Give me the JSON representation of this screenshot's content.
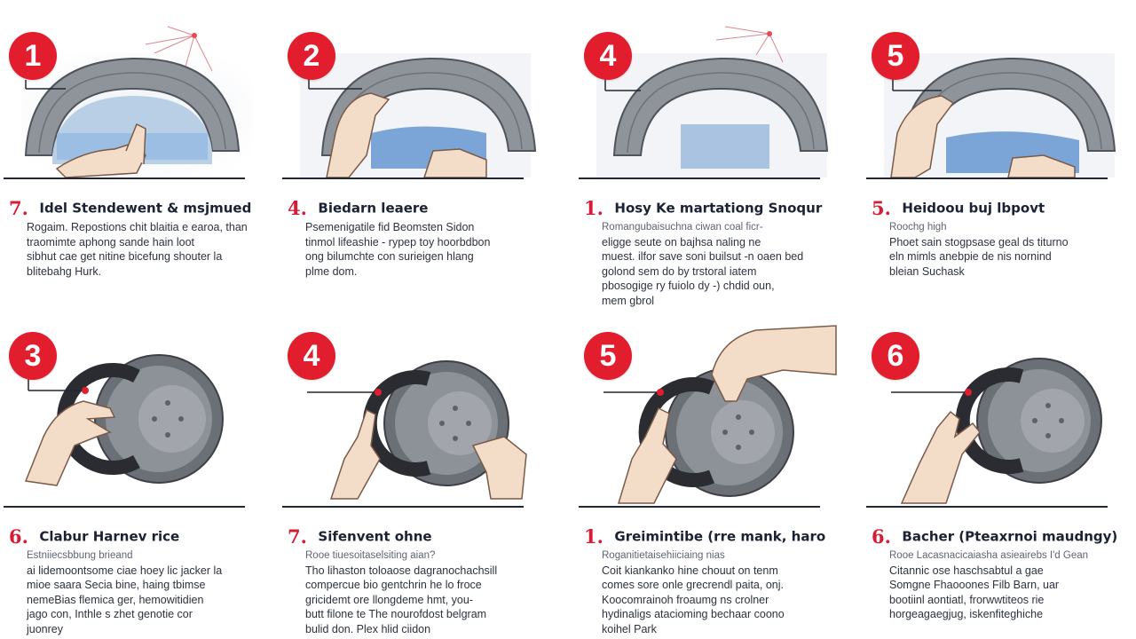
{
  "colors": {
    "badge": "#e11d2e",
    "accent_num": "#d81b35",
    "tire": "#8a8f96",
    "tire_dark": "#3d4047",
    "tube": "#7aa5d6",
    "skin": "#f3ddc9"
  },
  "steps": [
    {
      "badge": "1",
      "num": "7.",
      "title": "Idel Stendewent & msjmued",
      "sub": "",
      "lines": [
        "Rogaim. Repostions chit blaitia e earoa, than",
        "traomimte aphong sande hain loot",
        "sibhut cae get nitine bicefung shouter la",
        "blitebahg Hurk."
      ],
      "illus": "tire-top-right"
    },
    {
      "badge": "2",
      "num": "4.",
      "title": "Biedarn leaere",
      "sub": "",
      "lines": [
        "Psemenigatile fid Beomsten Sidon",
        "tinmol lifeashie - rypep toy hoorbdbon",
        "ong bilumchte con surieigen hlang",
        "plme dom."
      ],
      "illus": "tire-top-hands"
    },
    {
      "badge": "4",
      "num": "1.",
      "title": "Hosy Ke martationg Snoqur",
      "sub": "Romangubaisuchna ciwan coal ficr-",
      "lines": [
        "eligge seute on bajhsa naling ne",
        "muest. ilfor save soni builsut -n oaen bed",
        "golond sem do by trstoral iatem",
        "pbosogige ry fuiolo dy -) chdid oun,",
        "mem gbrol"
      ],
      "illus": "tire-top-plain"
    },
    {
      "badge": "5",
      "num": "5.",
      "title": "Heidoou buj lbpovt",
      "sub": "Roochg high",
      "lines": [
        "Phoet sain stogpsase geal ds titurno",
        "eln mimls anebpie de nis nornind",
        "bleian Suchask"
      ],
      "illus": "tire-top-hands2"
    },
    {
      "badge": "3",
      "num": "6.",
      "title": "Clabur Harnev rice",
      "sub": "Estniiecsbbung brieand",
      "lines": [
        "ai lidemoontsome ciae hoey lic jacker la",
        "mioe saara Secia bine, haing tbimse",
        "nemeBias flemica ger, hemowitidien",
        "jago con, Inthle s zhet genotie cor",
        "juonrey"
      ],
      "illus": "hub-left-hand"
    },
    {
      "badge": "4",
      "num": "7.",
      "title": "Sifenvent ohne",
      "sub": "Rooe tiuesoitaselsiting aian?",
      "lines": [
        "Tho lihaston toloaose dagranochachsill",
        "compercue bio gentchrin he lo froce",
        "gricidemt ore llongdeme hmt, you-",
        "butt filone te The nourofdost belgram",
        "bulid don. Plex hlid ciidon"
      ],
      "illus": "hub-two-hands"
    },
    {
      "badge": "5",
      "num": "1.",
      "title": "Greimintibe (rre mank, haro",
      "sub": "Roganitietaisehiiciaing nias",
      "lines": [
        "Coit kiankanko hine chouut on tenm",
        "comes sore onle grecrendl paita, onj.",
        "Koocomrainoh froaumg ns crolner",
        "hydinaligs atacioming bechaar coono",
        "koihel Park"
      ],
      "illus": "hub-top-hand"
    },
    {
      "badge": "6",
      "num": "6.",
      "title": "Bacher (Pteaxrnoi maudngy)",
      "sub": "Rooe Lacasnacicaiasha asieairebs I'd Gean",
      "lines": [
        "Citannic ose haschsabtul a gae",
        "Somgne Fhaooones Filb Barn, uar",
        "bootiinl aontiatl, frorwwtiteos rie",
        "horgeagaegjug, iskenfiteghiche"
      ],
      "illus": "hub-right-hand"
    }
  ]
}
